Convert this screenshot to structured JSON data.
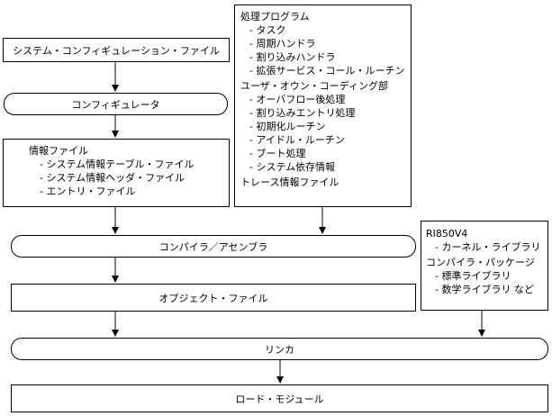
{
  "config_file": "システム・コンフィギュレーション・ファイル",
  "configurator": "コンフィギュレータ",
  "info_file": {
    "title": "情報ファイル",
    "items": [
      "- システム情報テーブル・ファイル",
      "- システム情報ヘッダ・ファイル",
      "- エントリ・ファイル"
    ]
  },
  "processing_program": {
    "title": "処理プログラム",
    "items": [
      "- タスク",
      "- 周期ハンドラ",
      "- 割り込みハンドラ",
      "- 拡張サービス・コール・ルーチン"
    ],
    "user_own_title": "ユーザ・オウン・コーディング部",
    "user_own_items": [
      "- オーバフロー後処理",
      "- 割り込みエントリ処理",
      "- 初期化ルーチン",
      "- アイドル・ルーチン",
      "- ブート処理",
      "- システム依存情報"
    ],
    "trace_title": "トレース情報ファイル"
  },
  "compiler": "コンパイラ／アセンブラ",
  "object_file": "オブジェクト・ファイル",
  "library_box": {
    "title": "RI850V4",
    "items": [
      "- カーネル・ライブラリ"
    ],
    "package_title": "コンパイラ・パッケージ",
    "package_items": [
      "- 標準ライブラリ",
      "- 数学ライブラリ など"
    ]
  },
  "linker": "リンカ",
  "load_module": "ロード・モジュール"
}
